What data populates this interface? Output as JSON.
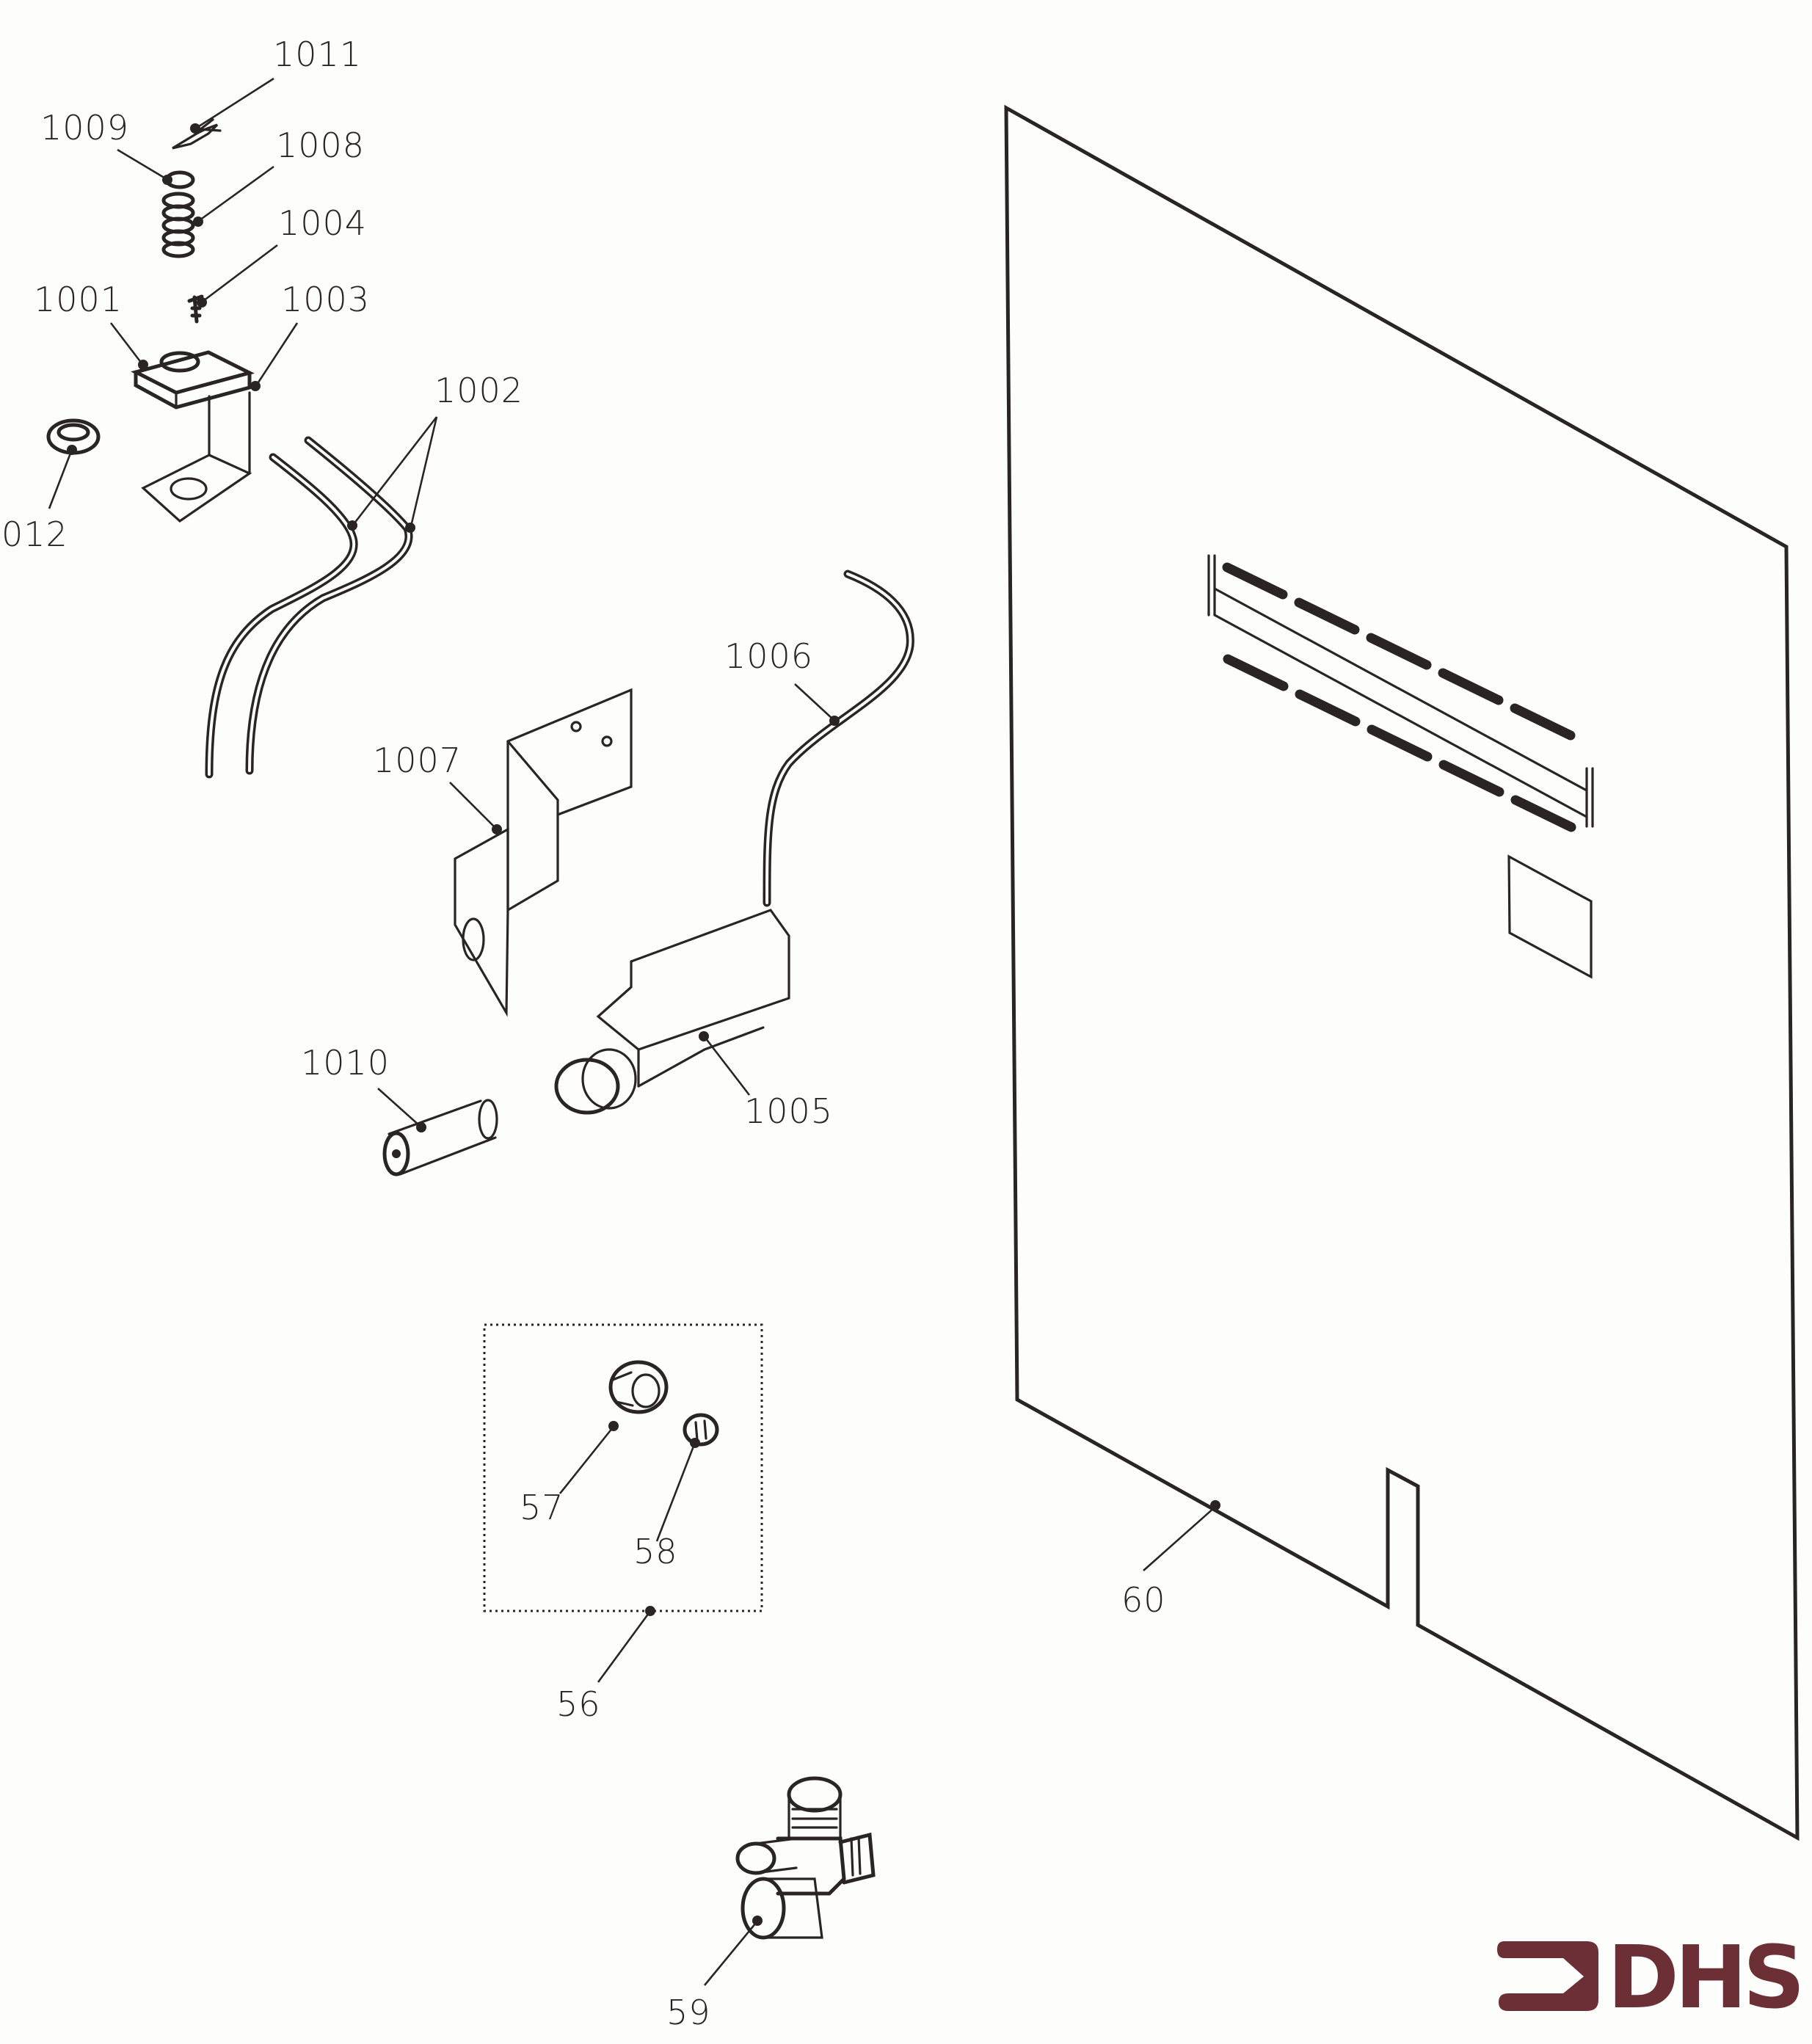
{
  "document": {
    "type": "exploded parts diagram"
  },
  "callouts": [
    {
      "id": "1011",
      "label": "1011",
      "part": "clip"
    },
    {
      "id": "1009",
      "label": "1009",
      "part": "washer"
    },
    {
      "id": "1008",
      "label": "1008",
      "part": "spring"
    },
    {
      "id": "1004",
      "label": "1004",
      "part": "screw"
    },
    {
      "id": "1001",
      "label": "1001",
      "part": "switch-body"
    },
    {
      "id": "1003",
      "label": "1003",
      "part": "mounting-bracket"
    },
    {
      "id": "1002",
      "label": "1002",
      "part": "wire-leads"
    },
    {
      "id": "1012",
      "label": "012",
      "part": "hex-nut"
    },
    {
      "id": "1006",
      "label": "1006",
      "part": "igniter-wire"
    },
    {
      "id": "1007",
      "label": "1007",
      "part": "igniter-bracket"
    },
    {
      "id": "1010",
      "label": "1010",
      "part": "spacer-tube"
    },
    {
      "id": "1005",
      "label": "1005",
      "part": "piezo-igniter"
    },
    {
      "id": "57",
      "label": "57",
      "part": "flare-nut"
    },
    {
      "id": "58",
      "label": "58",
      "part": "ferrule"
    },
    {
      "id": "56",
      "label": "56",
      "part": "fitting-kit"
    },
    {
      "id": "59",
      "label": "59",
      "part": "valve"
    },
    {
      "id": "60",
      "label": "60",
      "part": "panel"
    }
  ],
  "logo": {
    "text": "DHS",
    "icon": "arrow-bracket-icon",
    "color": "#6b2f35"
  },
  "colors": {
    "ink": "#2a2522",
    "paper": "#fdfdfc"
  }
}
